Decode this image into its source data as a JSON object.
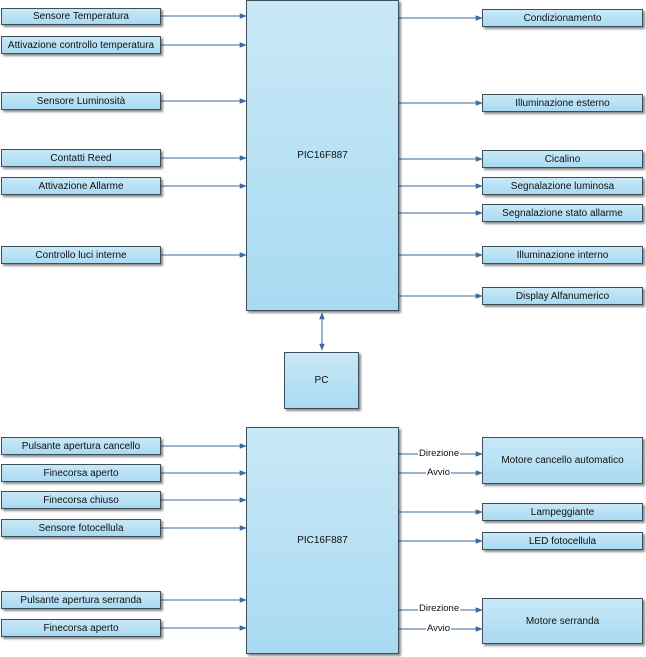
{
  "top": {
    "mcu_label": "PIC16F887",
    "inputs": [
      "Sensore Temperatura",
      "Attivazione controllo temperatura",
      "Sensore Luminosità",
      "Contatti Reed",
      "Attivazione Allarme",
      "Controllo luci interne"
    ],
    "outputs": [
      "Condizionamento",
      "Illuminazione esterno",
      "Cicalino",
      "Segnalazione luminosa",
      "Segnalazione stato allarme",
      "Illuminazione interno",
      "Display Alfanumerico"
    ]
  },
  "pc_label": "PC",
  "bottom": {
    "mcu_label": "PIC16F887",
    "inputs": [
      "Pulsante apertura cancello",
      "Finecorsa aperto",
      "Finecorsa chiuso",
      "Sensore fotocellula",
      "Pulsante apertura serranda",
      "Finecorsa aperto"
    ],
    "outputs": [
      "Motore cancello automatico",
      "Lampeggiante",
      "LED fotocellula",
      "Motore serranda"
    ],
    "edge_labels": {
      "gate_direction": "Direzione",
      "gate_start": "Avvio",
      "shutter_direction": "Direzione",
      "shutter_start": "Avvio"
    }
  }
}
